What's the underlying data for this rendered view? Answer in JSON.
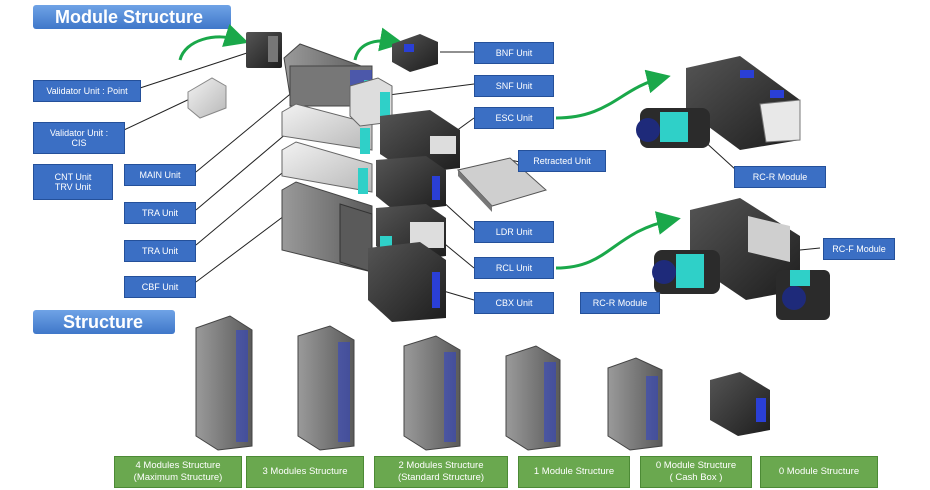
{
  "headings": {
    "module_structure": "Module Structure",
    "structure": "Structure"
  },
  "unit_labels": {
    "validator_point": "Validator Unit : Point",
    "validator_cis": "Validator Unit :\nCIS",
    "cnt_trv": "CNT Unit\nTRV Unit",
    "main": "MAIN Unit",
    "tra_1": "TRA Unit",
    "tra_2": "TRA Unit",
    "cbf": "CBF Unit",
    "bnf": "BNF Unit",
    "snf": "SNF Unit",
    "esc": "ESC Unit",
    "retracted": "Retracted Unit",
    "ldr": "LDR Unit",
    "rcl": "RCL Unit",
    "cbx": "CBX Unit",
    "rcr_module_1": "RC-R Module",
    "rcf_module": "RC-F Module",
    "rcr_module_2": "RC-R Module"
  },
  "structures": [
    "4 Modules  Structure\n(Maximum Structure)",
    "3 Modules  Structure",
    "2 Modules  Structure\n(Standard  Structure)",
    "1 Module  Structure",
    "0  Module  Structure\n( Cash Box )",
    "0 Module Structure"
  ],
  "colors": {
    "heading_blue": "#3f77c9",
    "label_blue": "#3b6fc4",
    "label_green": "#6aa84f",
    "arrow_green": "#1aa84a",
    "accent_cyan": "#2fd0c8",
    "accent_blue": "#2a3fd6"
  }
}
